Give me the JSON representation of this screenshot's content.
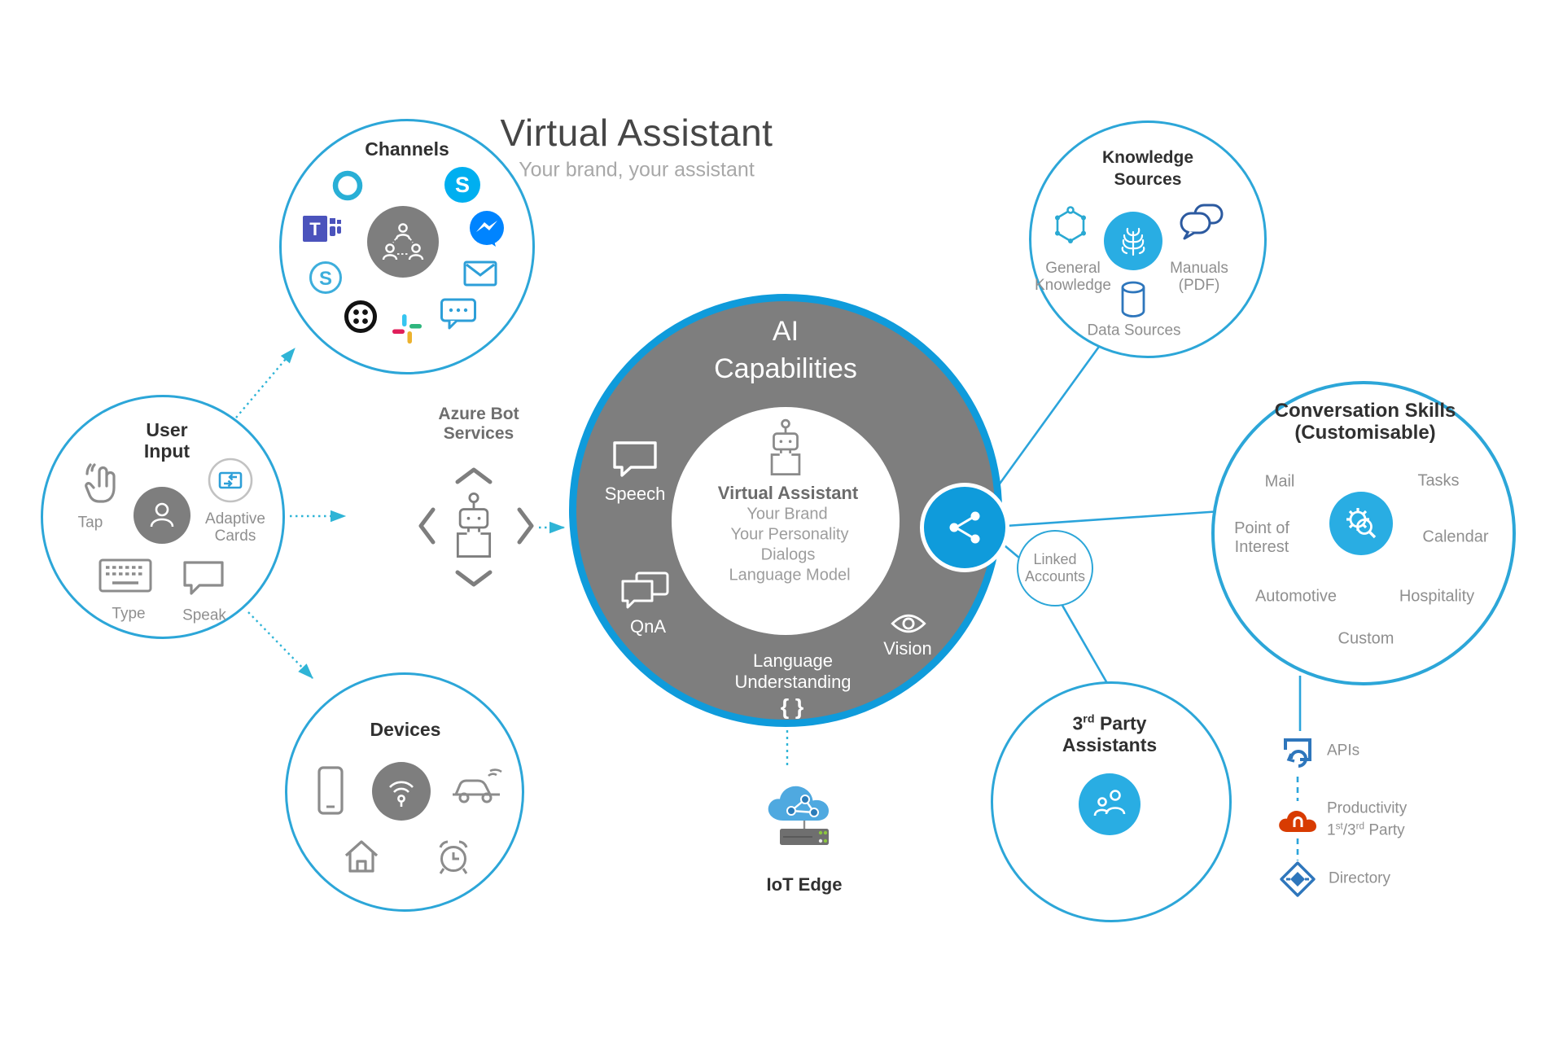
{
  "title": {
    "heading": "Virtual Assistant",
    "subtitle": "Your brand, your assistant"
  },
  "channels": {
    "label": "Channels"
  },
  "user_input": {
    "line1": "User",
    "line2": "Input",
    "tap": "Tap",
    "adaptive1": "Adaptive",
    "adaptive2": "Cards",
    "type": "Type",
    "speak": "Speak"
  },
  "devices": {
    "label": "Devices"
  },
  "azure_bot": {
    "line1": "Azure Bot",
    "line2": "Services"
  },
  "ai": {
    "line1": "AI",
    "line2": "Capabilities",
    "speech": "Speech",
    "qna": "QnA",
    "vision": "Vision",
    "lu1": "Language",
    "lu2": "Understanding",
    "braces": "{ }",
    "core_title": "Virtual Assistant",
    "core1": "Your Brand",
    "core2": "Your Personality",
    "core3": "Dialogs",
    "core4": "Language Model"
  },
  "knowledge": {
    "line1": "Knowledge",
    "line2": "Sources",
    "general1": "General",
    "general2": "Knowledge",
    "manuals1": "Manuals",
    "manuals2": "(PDF)",
    "data_sources": "Data Sources"
  },
  "linked": {
    "line1": "Linked",
    "line2": "Accounts"
  },
  "skills": {
    "line1": "Conversation Skills",
    "line2": "(Customisable)",
    "mail": "Mail",
    "tasks": "Tasks",
    "poi1": "Point of",
    "poi2": "Interest",
    "calendar": "Calendar",
    "automotive": "Automotive",
    "hospitality": "Hospitality",
    "custom": "Custom"
  },
  "third_party": {
    "n": "3",
    "sup": "rd",
    "party": " Party",
    "line2": "Assistants"
  },
  "integrations": {
    "apis": "APIs",
    "prod1": "Productivity",
    "p1": "1",
    "s1": "st",
    "p2": "/3",
    "s2": "rd",
    "p3": " Party",
    "directory": "Directory"
  },
  "iot": {
    "label": "IoT Edge"
  },
  "colors": {
    "ring_blue": "#0F9BDB",
    "outline_blue": "#2CA6D8",
    "accent_blue": "#29ADE3",
    "gray_fill": "#7E7E7E",
    "teal_arrow": "#2FB4D6",
    "skype_blue": "#00AFF0",
    "teams_purple": "#4B53BC",
    "messenger_blue": "#0084FF",
    "slack": [
      "#36C5F0",
      "#2EB67D",
      "#ECB22E",
      "#E01E5A"
    ],
    "office_orange": "#D83B01",
    "azure_blue": "#2E76BC",
    "text_dark": "#303030",
    "text_gray": "#8F8F8F"
  }
}
